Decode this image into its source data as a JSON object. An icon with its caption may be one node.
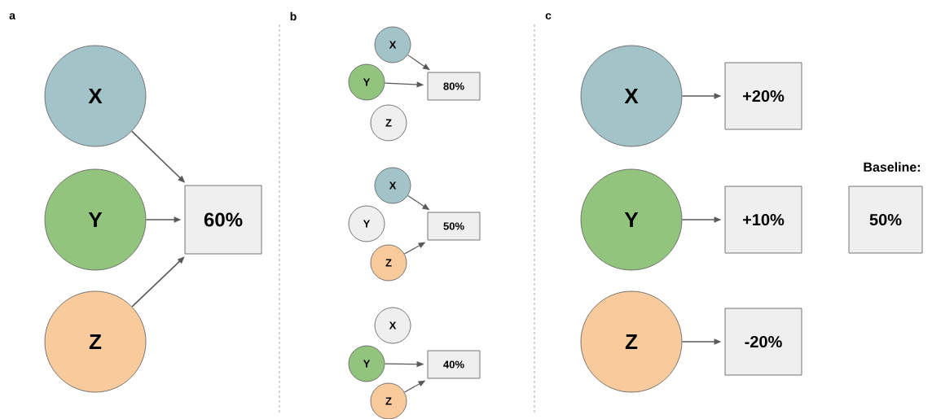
{
  "diagram": {
    "nodes": [
      {
        "text": [
          "X"
        ]
      },
      {
        "text": [
          "Y"
        ]
      },
      {
        "text": [
          "Z"
        ]
      },
      {
        "text": [
          "60%"
        ]
      },
      {
        "text": [
          "X"
        ]
      },
      {
        "text": [
          "Y"
        ]
      },
      {
        "text": [
          "Z"
        ]
      },
      {
        "text": [
          "80%"
        ]
      },
      {
        "text": [
          "X"
        ]
      },
      {
        "text": [
          "Y"
        ]
      },
      {
        "text": [
          "Z"
        ]
      },
      {
        "text": [
          "50%"
        ]
      },
      {
        "text": [
          "X"
        ]
      },
      {
        "text": [
          "Y"
        ]
      },
      {
        "text": [
          "Z"
        ]
      },
      {
        "text": [
          "40%"
        ]
      },
      {
        "text": [
          "X"
        ]
      },
      {
        "text": [
          "+20%"
        ]
      },
      {
        "text": [
          "Y"
        ]
      },
      {
        "text": [
          "+10%"
        ]
      },
      {
        "text": [
          "Baseline:",
          "50%"
        ]
      },
      {
        "text": [
          "Z"
        ]
      },
      {
        "text": [
          "-20%"
        ]
      }
    ],
    "edges": [
      {
        "from": 0,
        "to": 3,
        "arrow": "to"
      },
      {
        "from": 1,
        "to": 3,
        "arrow": "to"
      },
      {
        "from": 2,
        "to": 3,
        "arrow": "to"
      },
      {
        "from": 4,
        "to": 7,
        "arrow": "to"
      },
      {
        "from": 5,
        "to": 7,
        "arrow": "to"
      },
      {
        "from": 8,
        "to": 11,
        "arrow": "to"
      },
      {
        "from": 10,
        "to": 11,
        "arrow": "to"
      },
      {
        "from": 13,
        "to": 15,
        "arrow": "to"
      },
      {
        "from": 14,
        "to": 15,
        "arrow": "to"
      },
      {
        "from": 16,
        "to": 17,
        "arrow": "to"
      },
      {
        "from": 18,
        "to": 19,
        "arrow": "to"
      },
      {
        "from": 21,
        "to": 22,
        "arrow": "to"
      }
    ],
    "labels": [
      "a",
      "b",
      "c"
    ]
  }
}
